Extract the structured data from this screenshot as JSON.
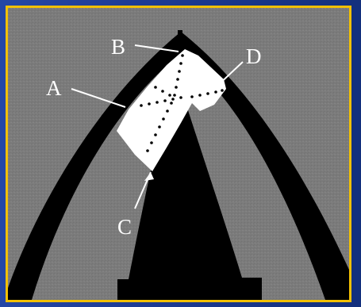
{
  "labels": {
    "a": "A",
    "b": "B",
    "c": "C",
    "d": "D"
  },
  "colors": {
    "frame": "#f2c000",
    "background_outer": "#1f3a8f",
    "gray_fill": "#7d7d7d",
    "arch": "#000000",
    "region": "#ffffff",
    "label_text": "#ffffff"
  }
}
